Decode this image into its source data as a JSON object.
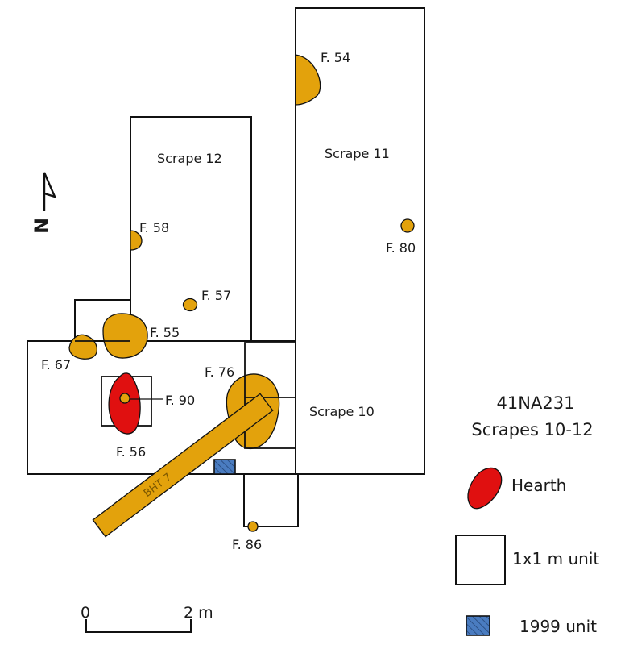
{
  "colors": {
    "feature": "#e3a20c",
    "hearth": "#e01010",
    "unit_1999": "#4a7cc0",
    "outline": "#111111",
    "background": "#ffffff"
  },
  "map": {
    "title_line1": "41NA231",
    "title_line2": "Scrapes 10-12",
    "north_arrow_label": "N",
    "scrapes": {
      "scrape_12": "Scrape 12",
      "scrape_11": "Scrape 11",
      "scrape_10": "Scrape 10"
    },
    "trench_label": "BHT 7",
    "features": {
      "f54": "F. 54",
      "f58": "F. 58",
      "f80": "F. 80",
      "f57": "F. 57",
      "f55": "F. 55",
      "f67": "F. 67",
      "f76": "F. 76",
      "f90": "F. 90",
      "f56": "F. 56",
      "f86": "F. 86"
    }
  },
  "legend": {
    "hearth": "Hearth",
    "unit_1x1": "1x1 m unit",
    "unit_1999": "1999 unit"
  },
  "scale_bar": {
    "start": "0",
    "end": "2 m"
  }
}
